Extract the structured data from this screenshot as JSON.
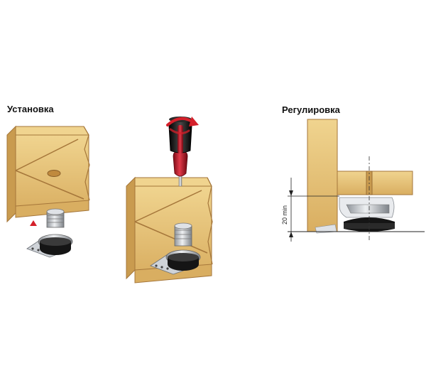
{
  "sections": {
    "installation": {
      "title": "Установка"
    },
    "adjustment": {
      "title": "Регулировка"
    }
  },
  "dimension": {
    "label": "20 min"
  },
  "colors": {
    "wood": "#e8c57e",
    "wood_dark": "#c99b4f",
    "wood_edge": "#a5763a",
    "handle_red": "#c8102e",
    "handle_black": "#1a1a1a",
    "metal": "#b8bcc2",
    "rubber": "#151515",
    "arrow": "#d4202a"
  }
}
